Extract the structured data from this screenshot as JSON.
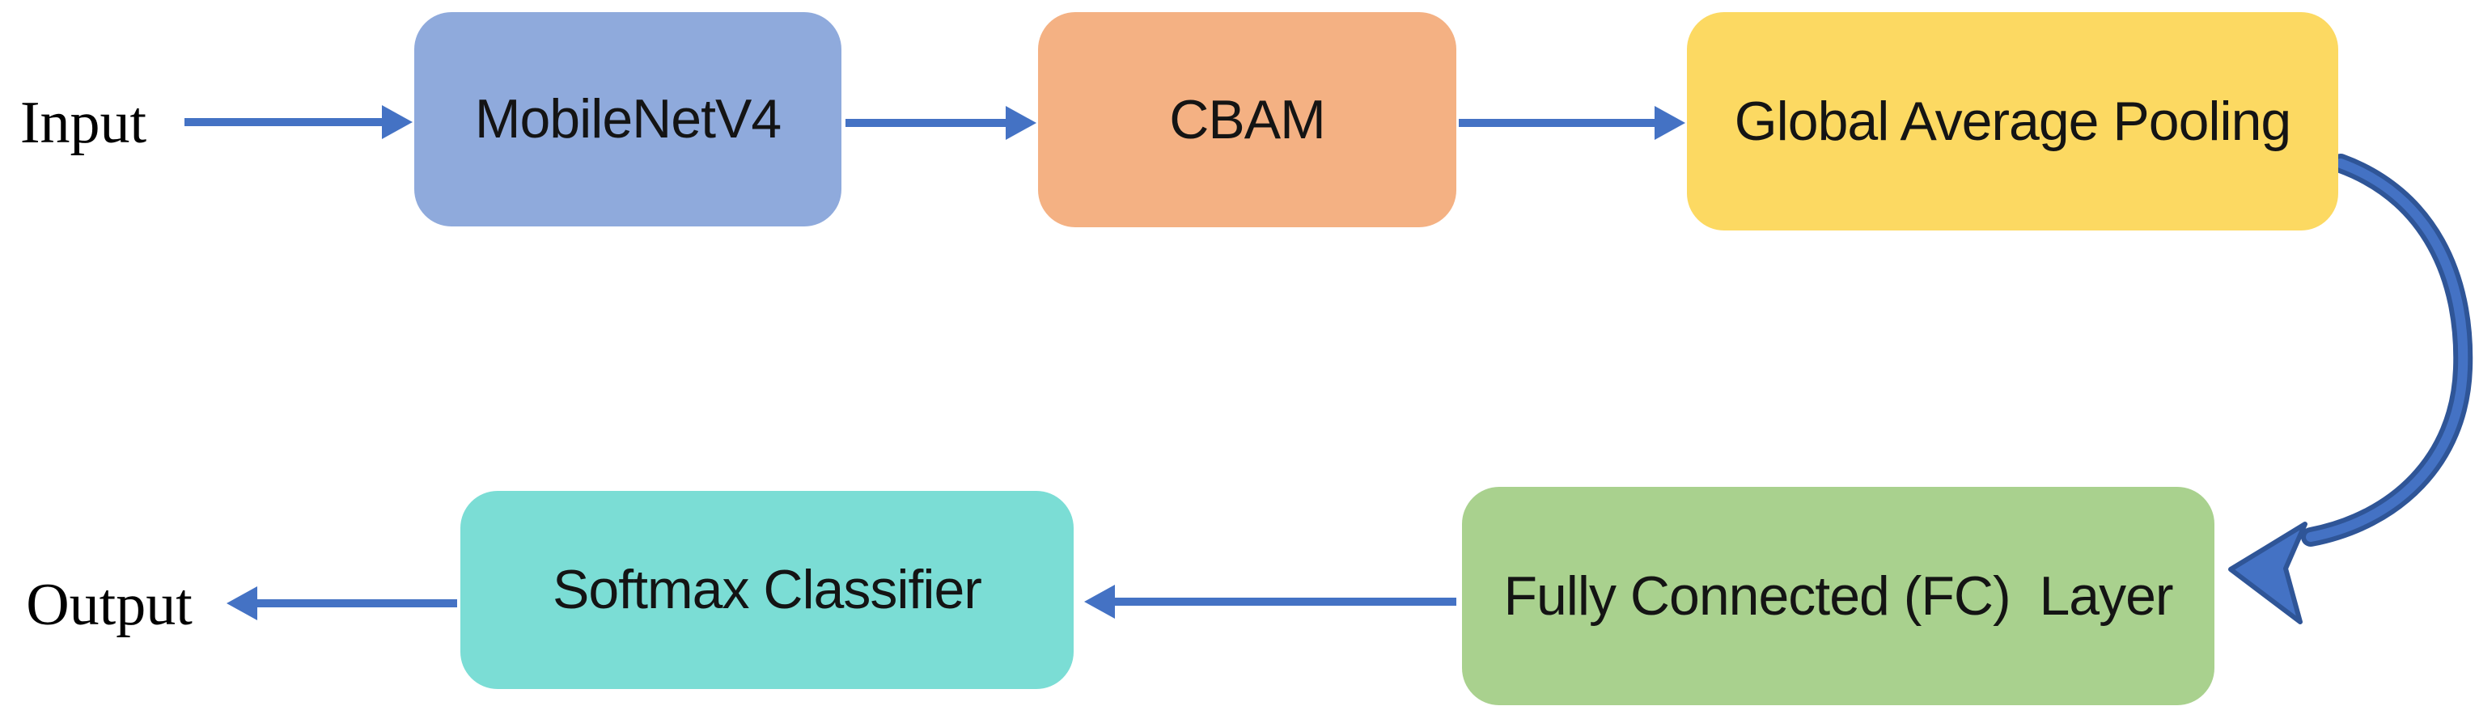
{
  "diagram": {
    "type": "flowchart",
    "background": "#ffffff",
    "nodes": [
      {
        "id": "input",
        "kind": "text-label",
        "label": "Input",
        "color": null
      },
      {
        "id": "mobilenetv4",
        "kind": "box",
        "label": "MobileNetV4",
        "color": "#8FAADC"
      },
      {
        "id": "cbam",
        "kind": "box",
        "label": "CBAM",
        "color": "#F4B183"
      },
      {
        "id": "global-average-pooling",
        "kind": "box",
        "label": "Global Average Pooling",
        "color": "#FCD962"
      },
      {
        "id": "fully-connected-layer",
        "kind": "box",
        "label": "Fully Connected (FC)  Layer",
        "color": "#A9D18E"
      },
      {
        "id": "softmax-classifier",
        "kind": "box",
        "label": "Softmax Classifier",
        "color": "#7BDDD5"
      },
      {
        "id": "output",
        "kind": "text-label",
        "label": "Output",
        "color": null
      }
    ],
    "edges": [
      {
        "from": "input",
        "to": "mobilenetv4",
        "style": "straight-right"
      },
      {
        "from": "mobilenetv4",
        "to": "cbam",
        "style": "straight-right"
      },
      {
        "from": "cbam",
        "to": "global-average-pooling",
        "style": "straight-right"
      },
      {
        "from": "global-average-pooling",
        "to": "fully-connected-layer",
        "style": "curved-down-left"
      },
      {
        "from": "fully-connected-layer",
        "to": "softmax-classifier",
        "style": "straight-left"
      },
      {
        "from": "softmax-classifier",
        "to": "output",
        "style": "straight-left"
      }
    ],
    "colors": {
      "arrow": "#4472C4",
      "curved_arrow_fill": "#4472C4",
      "curved_arrow_outline": "#2F5597",
      "box_text": "#141414",
      "io_text": "#000000"
    }
  }
}
